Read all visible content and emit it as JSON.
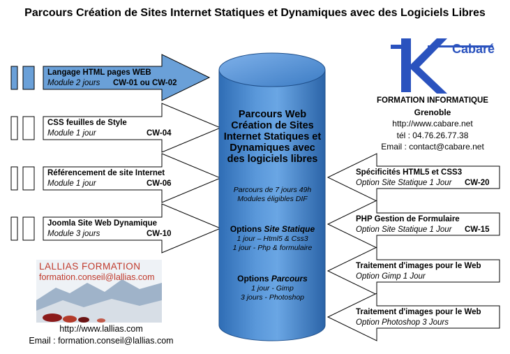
{
  "title": "Parcours Création de Sites Internet Statiques et Dynamiques avec des Logiciels Libres",
  "colors": {
    "blue_fill": "#6aa0d8",
    "blue_text_top": "#8db6e6",
    "cylinder_dark": "#2d6fb8"
  },
  "left_arrows": [
    {
      "title": "Langage HTML pages WEB",
      "duration": "Module 2 jours",
      "code": "CW-01 ou CW-02",
      "highlighted": true
    },
    {
      "title": "CSS feuilles de Style",
      "duration": "Module 1 jour",
      "code": "CW-04",
      "highlighted": false
    },
    {
      "title": "Référencement de site Internet",
      "duration": "Module 1 jour",
      "code": "CW-06",
      "highlighted": false
    },
    {
      "title": "Joomla Site Web Dynamique",
      "duration": "Module 3 jours",
      "code": "CW-10",
      "highlighted": false
    }
  ],
  "cylinder": {
    "title": "Parcours Web Création de Sites Internet Statiques et Dynamiques avec des logiciels libres",
    "subtitle1": "Parcours de 7 jours 49h",
    "subtitle2": "Modules éligibles DIF",
    "opt1_label": "Options ",
    "opt1_em": "Site Statique",
    "opt1_line1": "1 jour – Html5 & Css3",
    "opt1_line2": "1 jour  - Php & formulaire",
    "opt2_label": "Options ",
    "opt2_em": "Parcours",
    "opt2_line1": "1 jour - Gimp",
    "opt2_line2": "3 jours  - Photoshop"
  },
  "right_arrows": [
    {
      "title": "Spécificités HTML5 et CSS3",
      "subtitle": "Option Site Statique 1 Jour",
      "code": "CW-20"
    },
    {
      "title": "PHP Gestion de Formulaire",
      "subtitle": "Option Site Statique 1 Jour",
      "code": "CW-15"
    },
    {
      "title": "Traitement d'images pour le Web",
      "subtitle": "Option Gimp 1 Jour",
      "code": ""
    },
    {
      "title": "Traitement d'images pour le Web",
      "subtitle": "Option Photoshop 3 Jours",
      "code": ""
    }
  ],
  "cabare": {
    "logo_text": "Cabaré",
    "heading": "FORMATION INFORMATIQUE",
    "city": "Grenoble",
    "url": "http://www.cabare.net",
    "phone": "tél  : 04.76.26.77.38",
    "email": "Email  : contact@cabare.net"
  },
  "lallias": {
    "logo_text": "LALLIAS FORMATION",
    "logo_email": "formation.conseil@lallias.com",
    "url": "http://www.lallias.com",
    "email": "Email :  formation.conseil@lallias.com"
  }
}
